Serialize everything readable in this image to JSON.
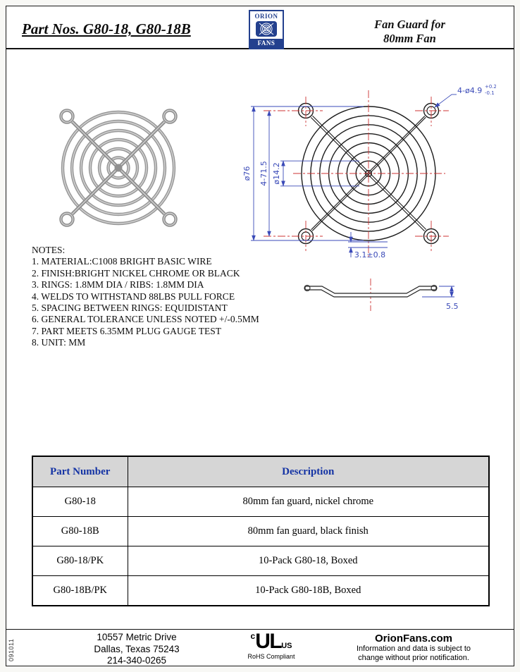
{
  "doc": {
    "number": "091011"
  },
  "header": {
    "title": "Part Nos. G80-18, G80-18B",
    "logo_top": "ORION",
    "logo_bottom": "FANS",
    "product_line1": "Fan Guard for",
    "product_line2": "80mm Fan"
  },
  "drawing": {
    "dims": {
      "corner_holes": "4-ø4.9",
      "corner_holes_tol_upper": "+0.2",
      "corner_holes_tol_lower": "-0.1",
      "outer_diameter": "ø76",
      "mounting_span": "4-71.5",
      "hub_diameter": "ø14.2",
      "wire_offset": "3.1±0.8",
      "profile_height": "5.5"
    }
  },
  "notes": {
    "heading": "NOTES:",
    "items": [
      "1. MATERIAL:C1008 BRIGHT BASIC WIRE",
      "2. FINISH:BRIGHT NICKEL CHROME OR BLACK",
      "3. RINGS: 1.8MM DIA / RIBS: 1.8MM DIA",
      "4. WELDS TO WITHSTAND 88LBS PULL FORCE",
      "5. SPACING BETWEEN RINGS: EQUIDISTANT",
      "6. GENERAL TOLERANCE UNLESS NOTED +/-0.5MM",
      "7. PART MEETS 6.35MM PLUG GAUGE TEST",
      "8. UNIT: MM"
    ]
  },
  "table": {
    "headers": [
      "Part Number",
      "Description"
    ],
    "rows": [
      {
        "part": "G80-18",
        "desc": "80mm fan guard, nickel chrome"
      },
      {
        "part": "G80-18B",
        "desc": "80mm fan guard, black finish"
      },
      {
        "part": "G80-18/PK",
        "desc": "10-Pack G80-18, Boxed"
      },
      {
        "part": "G80-18B/PK",
        "desc": "10-Pack G80-18B, Boxed"
      }
    ]
  },
  "footer": {
    "address_line1": "10557 Metric Drive",
    "address_line2": "Dallas, Texas 75243",
    "phone": "214-340-0265",
    "ul_c": "c",
    "ul_main": "UL",
    "ul_us": "US",
    "rohs": "RoHS Compliant",
    "website": "OrionFans.com",
    "notice_line1": "Information and data is subject to",
    "notice_line2": "change without prior notification."
  },
  "colors": {
    "accent_blue": "#23408e",
    "table_header_text": "#1433a4",
    "table_header_bg": "#d6d6d6",
    "dimension_blue": "#3a4ab8",
    "centerline_red": "#cc3333"
  }
}
